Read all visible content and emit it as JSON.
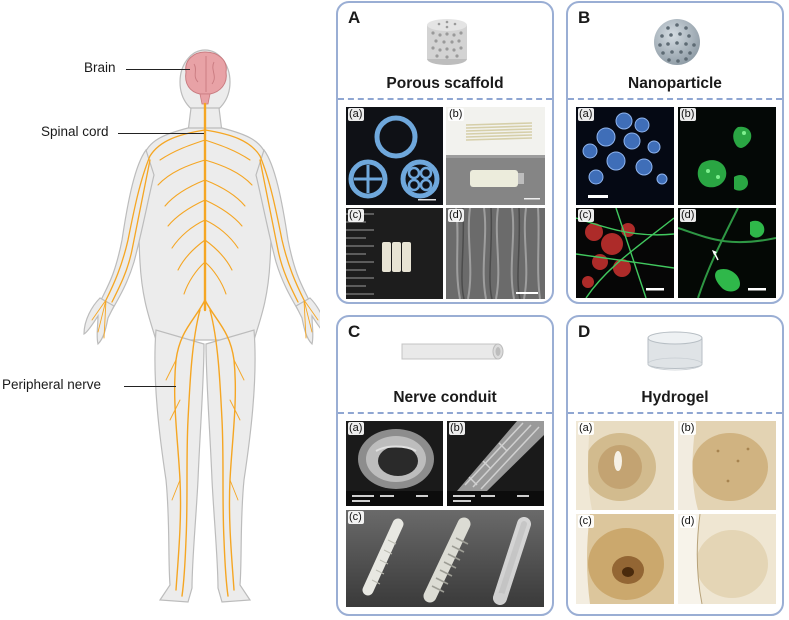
{
  "body_labels": {
    "brain": "Brain",
    "spinal_cord": "Spinal cord",
    "peripheral_nerve": "Peripheral nerve"
  },
  "panels": [
    {
      "letter": "A",
      "title": "Porous scaffold",
      "subs": [
        "(a)",
        "(b)",
        "(c)",
        "(d)"
      ]
    },
    {
      "letter": "B",
      "title": "Nanoparticle",
      "subs": [
        "(a)",
        "(b)",
        "(c)",
        "(d)"
      ]
    },
    {
      "letter": "C",
      "title": "Nerve conduit",
      "subs": [
        "(a)",
        "(b)",
        "(c)"
      ]
    },
    {
      "letter": "D",
      "title": "Hydrogel",
      "subs": [
        "(a)",
        "(b)",
        "(c)",
        "(d)"
      ]
    }
  ],
  "colors": {
    "panel_border": "#9aaed4",
    "nerve": "#f5a623",
    "brain": "#e8a2a6",
    "skin": "#ececec"
  }
}
